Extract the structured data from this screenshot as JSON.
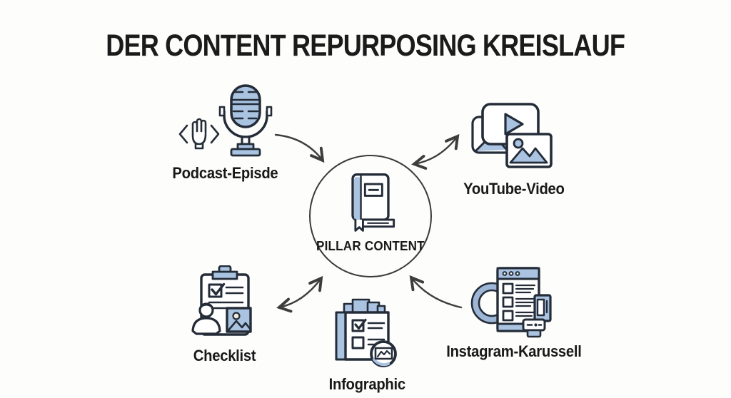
{
  "title": "DER CONTENT REPURPOSING KREISLAUF",
  "center": {
    "label": "PILLAR CONTENT",
    "icon": "book-icon"
  },
  "nodes": [
    {
      "id": "podcast",
      "label": "Podcast-Episde",
      "icon": "microphone-icon",
      "position": "top-left"
    },
    {
      "id": "youtube",
      "label": "YouTube-Video",
      "icon": "video-photo-icon",
      "position": "top-right"
    },
    {
      "id": "checklist",
      "label": "Checklist",
      "icon": "clipboard-checklist-icon",
      "position": "bottom-left"
    },
    {
      "id": "infographic",
      "label": "Infographic",
      "icon": "stacked-sheets-chart-icon",
      "position": "bottom-center"
    },
    {
      "id": "instagram",
      "label": "Instagram-Karussell",
      "icon": "carousel-browser-icon",
      "position": "bottom-right"
    }
  ],
  "arrows": [
    {
      "from": "podcast",
      "to": "pillar-content",
      "heads": "single"
    },
    {
      "from": "youtube",
      "to": "pillar-content",
      "heads": "double"
    },
    {
      "from": "checklist",
      "to": "pillar-content",
      "heads": "double"
    },
    {
      "from": "instagram",
      "to": "pillar-content",
      "heads": "single"
    }
  ],
  "colors": {
    "background": "#fdfdfc",
    "icon_outline": "#242c38",
    "icon_fill_blue": "#a9c3e1",
    "text": "#191919",
    "arrow": "#3d3d3d",
    "circle_border": "#3a3a3a"
  }
}
